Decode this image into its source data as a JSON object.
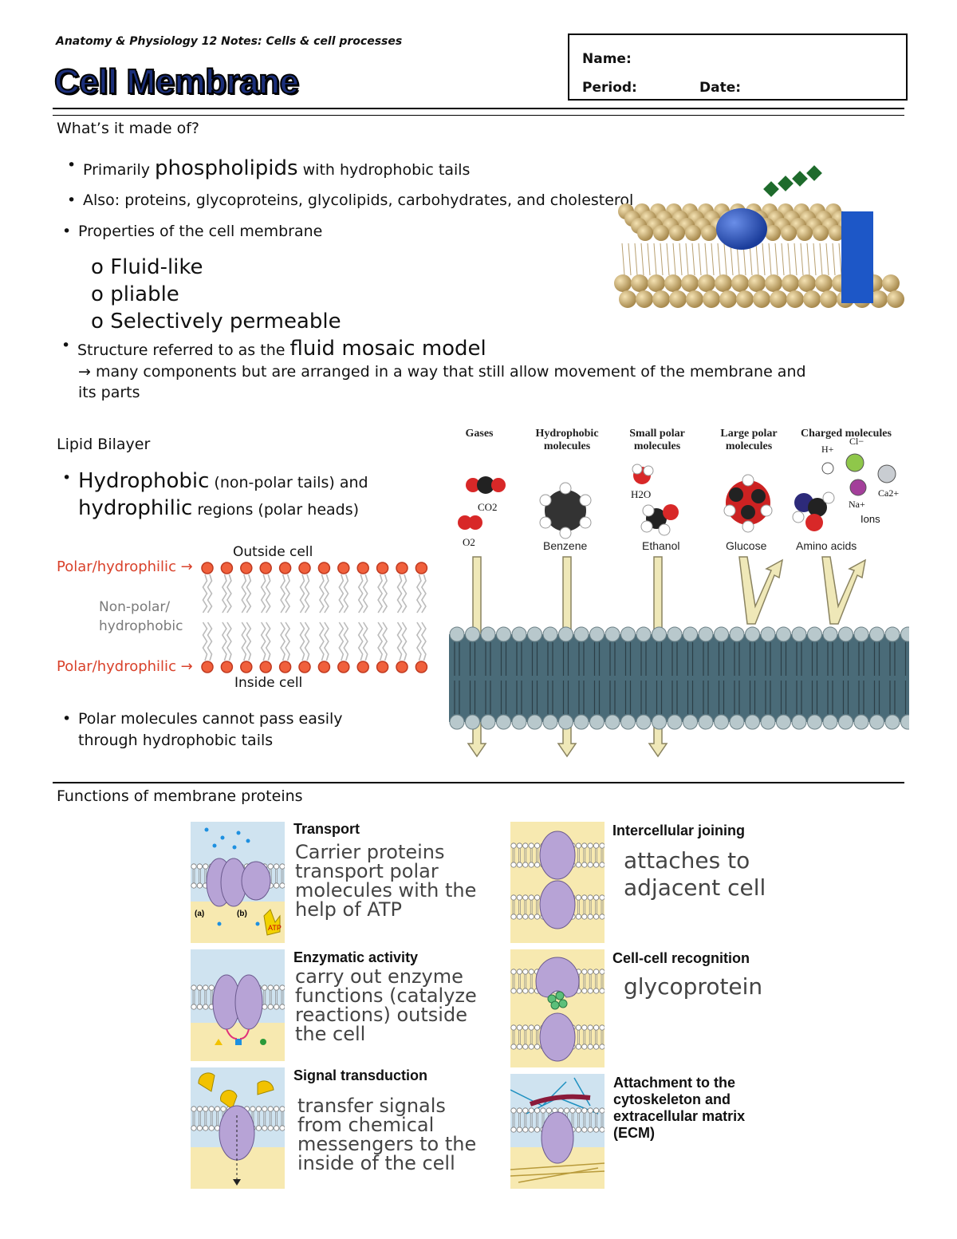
{
  "header": {
    "course_line": "Anatomy & Physiology 12 Notes: Cells & cell processes",
    "title": "Cell Membrane",
    "name_label": "Name:",
    "period_label": "Period:",
    "date_label": "Date:"
  },
  "section1": {
    "heading": "What’s it made of?",
    "b1_pre": "Primarily ",
    "b1_big": "phospholipids",
    "b1_post": " with hydrophobic tails",
    "b2": "Also: proteins, glycoproteins, glycolipids, carbohydrates, and cholesterol",
    "b3": "Properties of the cell membrane",
    "sub": [
      "Fluid-like",
      "pliable",
      "Selectively permeable"
    ],
    "sub_marker": "o",
    "b4_pre": "Structure referred to as the ",
    "b4_big": "fluid mosaic model",
    "b4_line2": "→ many components but are arranged in a way that still allow movement of the membrane and",
    "b4_line3": "its parts"
  },
  "section2": {
    "heading": "Lipid Bilayer",
    "b1_big1": "Hydrophobic",
    "b1_small1": " (non-polar tails) and",
    "b1_big2": "hydrophilic",
    "b1_small2": " regions (polar heads)",
    "outside": "Outside cell",
    "inside": "Inside cell",
    "polar_top": "Polar/hydrophilic →",
    "nonpolar1": "Non-polar/",
    "nonpolar2": "hydrophobic",
    "polar_bottom": "Polar/hydrophilic →",
    "b2_line1": "Polar molecules cannot pass easily",
    "b2_line2": "through hydrophobic tails"
  },
  "permeability": {
    "categories": [
      {
        "label": "Gases",
        "molecules": [
          "CO2",
          "O2"
        ]
      },
      {
        "label": "Hydrophobic molecules",
        "molecules": [
          "Benzene"
        ]
      },
      {
        "label": "Small polar molecules",
        "molecules": [
          "H2O",
          "Ethanol"
        ]
      },
      {
        "label": "Large polar molecules",
        "molecules": [
          "Glucose"
        ]
      },
      {
        "label": "Charged molecules",
        "molecules": [
          "Amino acids",
          "Ions"
        ]
      }
    ],
    "ion_labels": [
      "H+",
      "Cl−",
      "Na+",
      "Ca2+",
      "Ions"
    ]
  },
  "section3": {
    "heading": "Functions of membrane proteins",
    "items": [
      {
        "title": "Transport",
        "body": [
          "Carrier proteins",
          "transport polar",
          "molecules with the",
          "help of ATP"
        ],
        "tags": [
          "(a)",
          "(b)",
          "ATP"
        ]
      },
      {
        "title": "Intercellular joining",
        "body": [
          "attaches to",
          "adjacent cell"
        ]
      },
      {
        "title": "Enzymatic activity",
        "body": [
          "carry out enzyme",
          "functions (catalyze",
          "reactions) outside",
          "the cell"
        ]
      },
      {
        "title": "Cell-cell recognition",
        "body": [
          "glycoprotein"
        ]
      },
      {
        "title": "Signal transduction",
        "body": [
          "transfer signals",
          "from chemical",
          "messengers to the",
          "inside of the cell"
        ]
      },
      {
        "title": "Attachment to the cytoskeleton and extracellular matrix (ECM)",
        "body": []
      }
    ]
  },
  "colors": {
    "title_blue": "#1b2f7a",
    "polar_red": "#d9422b",
    "membrane_teal": "#4a6b78",
    "protein_purple": "#b7a3d6",
    "panel_blue": "#cfe3f0",
    "panel_yellow": "#f7e9b0"
  }
}
